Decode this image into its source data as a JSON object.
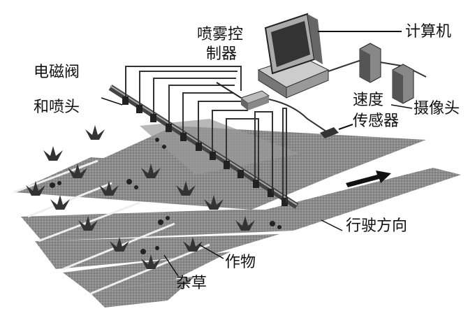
{
  "labels": {
    "valve_nozzle_line1": "电磁阀",
    "valve_nozzle_line2": "和喷头",
    "controller_line1": "喷雾控",
    "controller_line2": "制器",
    "computer": "计算机",
    "speed_sensor_line1": "速度",
    "speed_sensor_line2": "传感器",
    "camera": "摄像头",
    "direction": "行驶方向",
    "crop": "作物",
    "weed": "杂草"
  }
}
